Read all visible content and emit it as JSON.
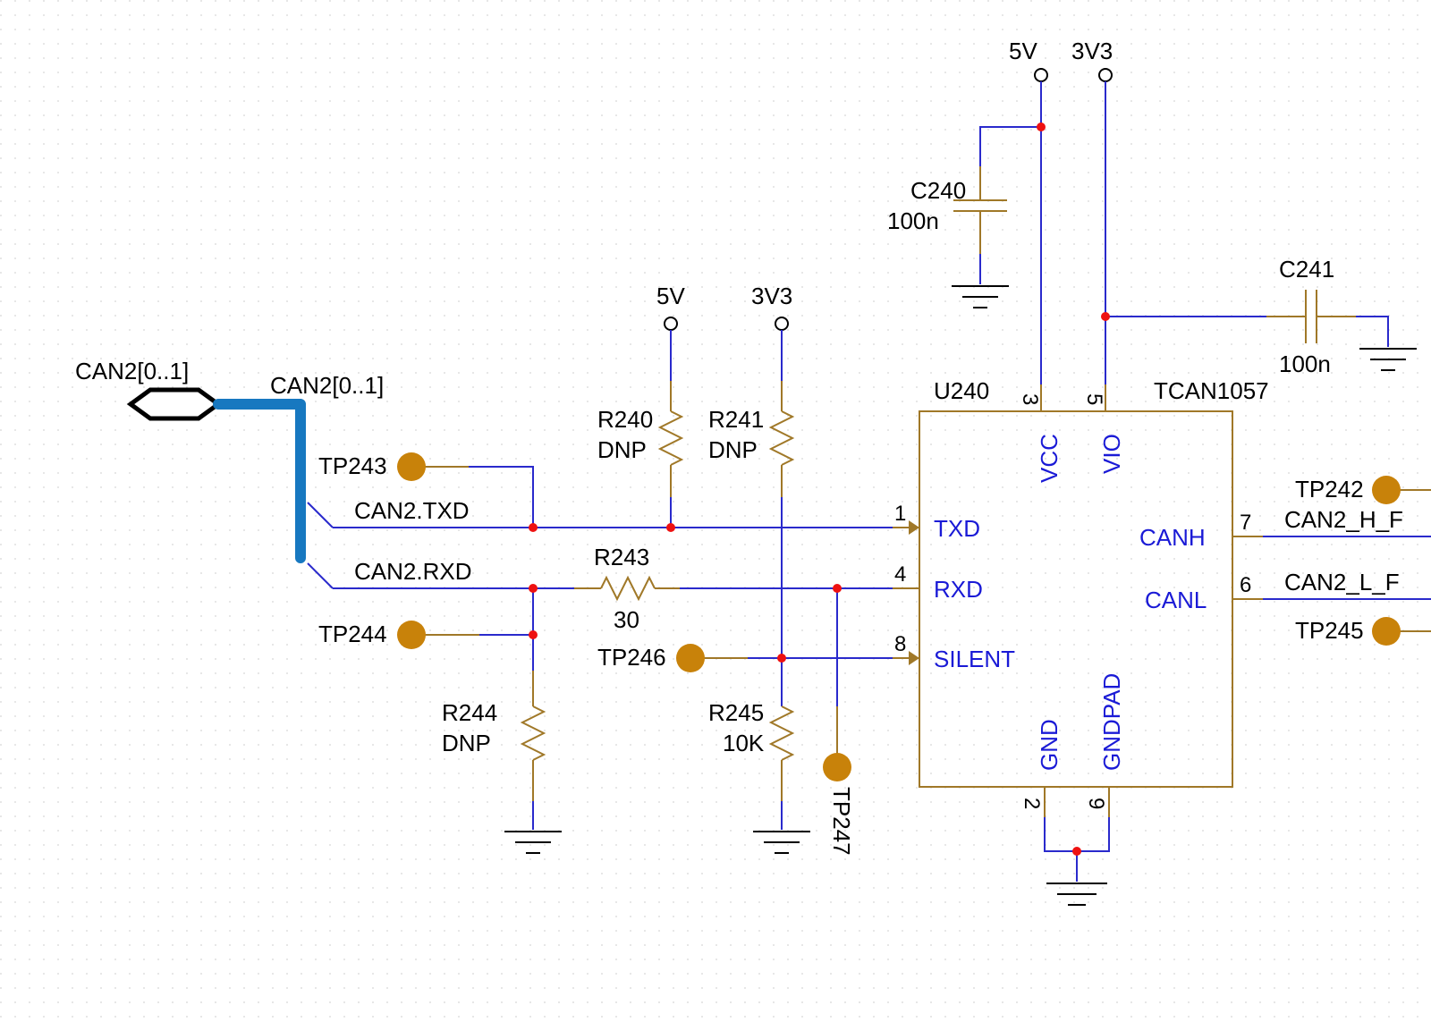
{
  "schematic": {
    "bus": {
      "port_label": "CAN2[0..1]",
      "bus_label": "CAN2[0..1]"
    },
    "nets": {
      "txd": "CAN2.TXD",
      "rxd": "CAN2.RXD",
      "canh": "CAN2_H_F",
      "canl": "CAN2_L_F"
    },
    "power": {
      "top_5v": "5V",
      "top_3v3": "3V3",
      "mid_5v": "5V",
      "mid_3v3": "3V3"
    },
    "capacitors": {
      "c240": {
        "ref": "C240",
        "value": "100n"
      },
      "c241": {
        "ref": "C241",
        "value": "100n"
      }
    },
    "resistors": {
      "r240": {
        "ref": "R240",
        "value": "DNP"
      },
      "r241": {
        "ref": "R241",
        "value": "DNP"
      },
      "r243": {
        "ref": "R243",
        "value": "30"
      },
      "r244": {
        "ref": "R244",
        "value": "DNP"
      },
      "r245": {
        "ref": "R245",
        "value": "10K"
      }
    },
    "testpoints": {
      "tp242": "TP242",
      "tp243": "TP243",
      "tp244": "TP244",
      "tp245": "TP245",
      "tp246": "TP246",
      "tp247": "TP247"
    },
    "ic": {
      "ref": "U240",
      "part": "TCAN1057",
      "pins": {
        "vcc": {
          "name": "VCC",
          "num": "3"
        },
        "vio": {
          "name": "VIO",
          "num": "5"
        },
        "txd": {
          "name": "TXD",
          "num": "1"
        },
        "rxd": {
          "name": "RXD",
          "num": "4"
        },
        "silent": {
          "name": "SILENT",
          "num": "8"
        },
        "canh": {
          "name": "CANH",
          "num": "7"
        },
        "canl": {
          "name": "CANL",
          "num": "6"
        },
        "gnd": {
          "name": "GND",
          "num": "2"
        },
        "gndpad": {
          "name": "GNDPAD",
          "num": "9"
        }
      }
    },
    "colors": {
      "wire": "#2a2acc",
      "component": "#a07828",
      "junction": "#ee1111",
      "testpoint": "#c8820a",
      "bus": "#1778c0",
      "pin_label": "#1a1ad6"
    }
  }
}
